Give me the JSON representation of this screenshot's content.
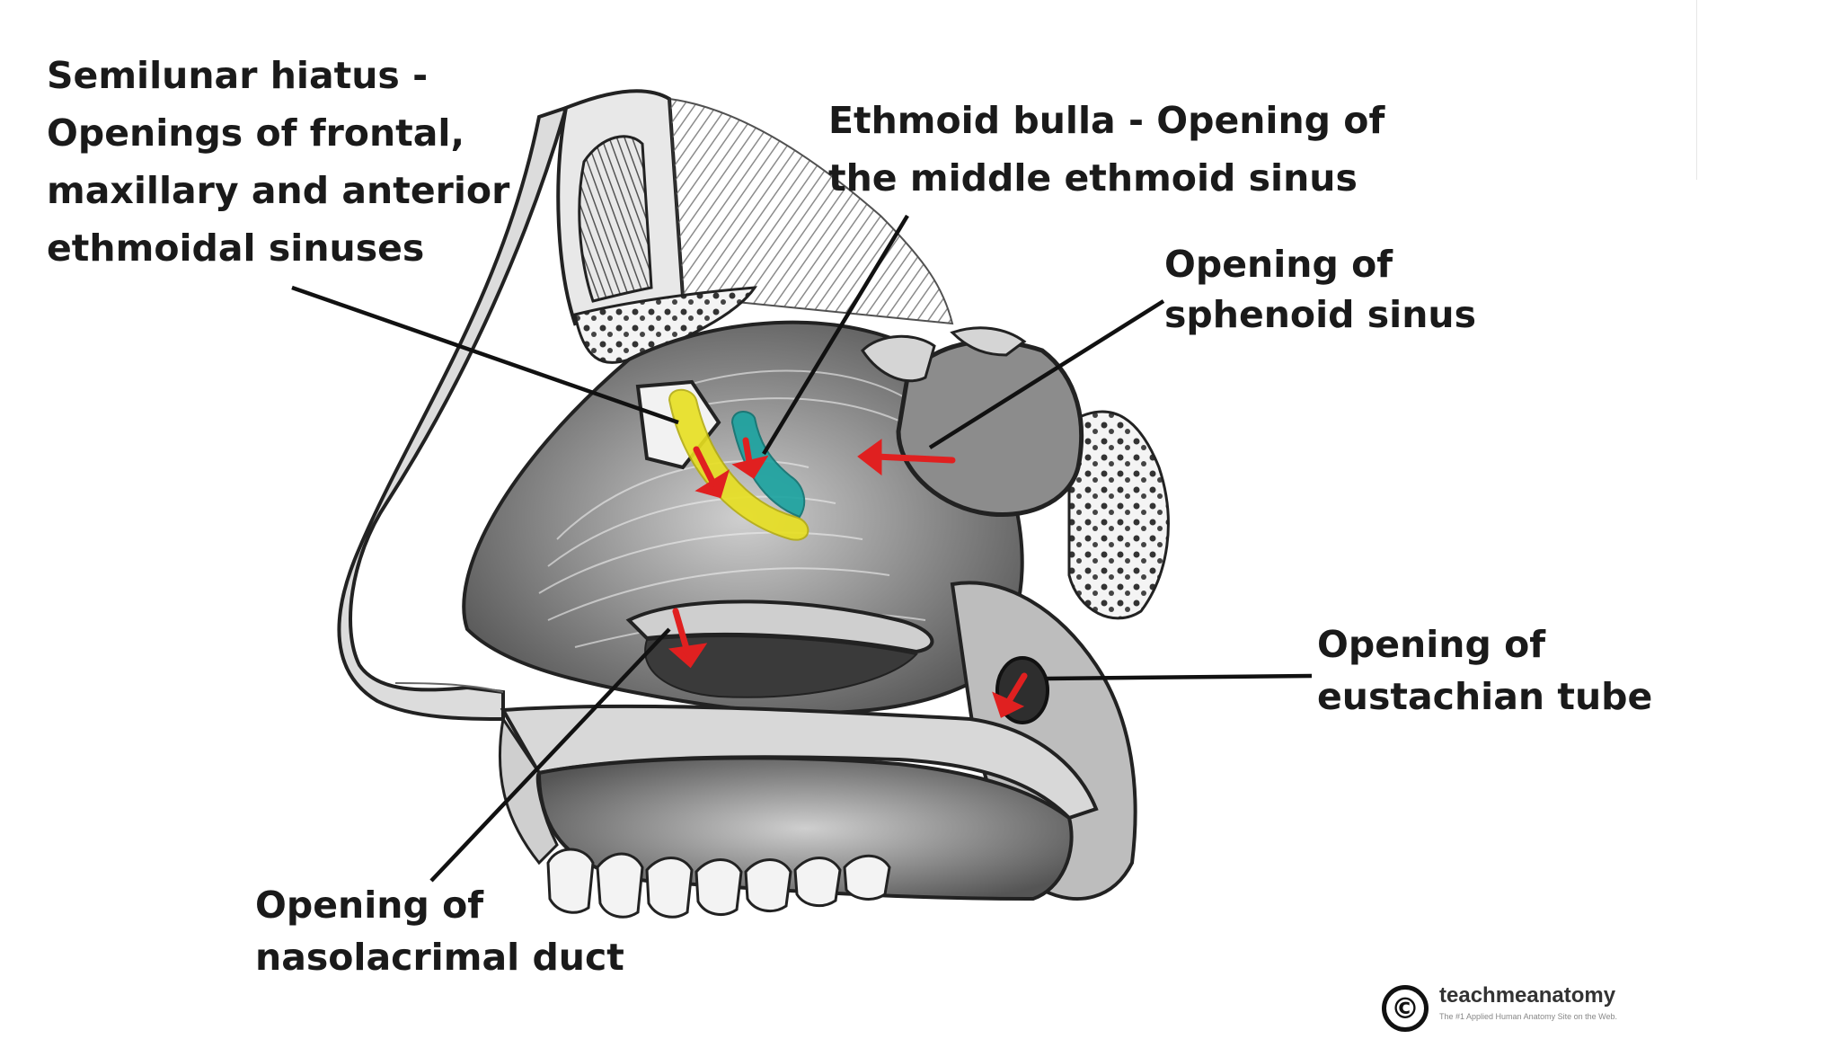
{
  "labels": {
    "semilunar": [
      "Semilunar hiatus -",
      "Openings of frontal,",
      "maxillary and anterior",
      "ethmoidal sinuses"
    ],
    "ethmoid": [
      "Ethmoid bulla - Opening of",
      "the middle ethmoid sinus"
    ],
    "sphenoid": [
      "Opening of",
      "sphenoid sinus"
    ],
    "eustachian": [
      "Opening of",
      "eustachian tube"
    ],
    "nasolacrimal": [
      "Opening of",
      "nasolacrimal duct"
    ]
  },
  "brand": {
    "name": "teachmeanatomy",
    "tagline": "The #1 Applied Human Anatomy Site on the Web."
  },
  "colors": {
    "hiatus_highlight": "#e8e020",
    "bulla_highlight": "#1aa3a0",
    "arrow": "#e02020",
    "pointer": "#111111"
  }
}
